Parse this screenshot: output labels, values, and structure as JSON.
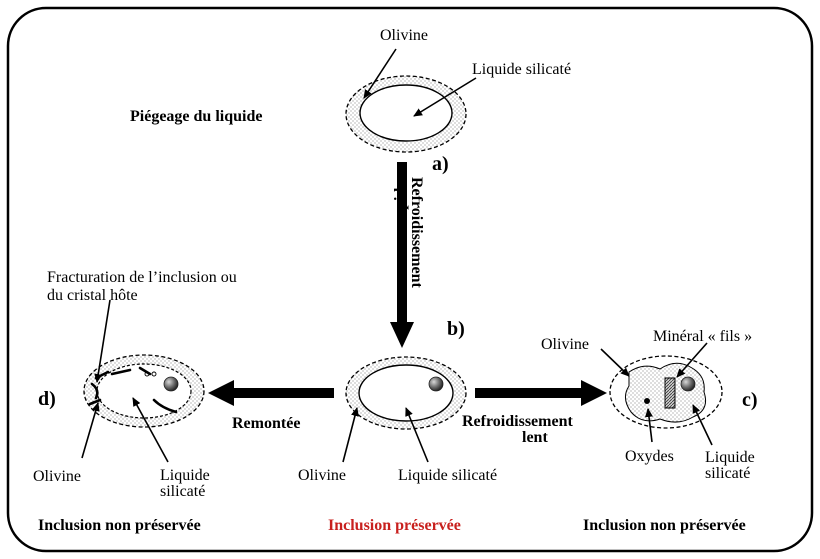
{
  "labels": {
    "olivine_top": "Olivine",
    "liquid_top": "Liquide silicaté",
    "trapping": "Piégeage du liquide",
    "stage_a": "a)",
    "rapid_cooling_1": "Refroidissement",
    "rapid_cooling_2": "rapide",
    "stage_b": "b)",
    "fracture_1": "Fracturation de l’inclusion ou",
    "fracture_2": "du cristal hôte",
    "stage_d": "d)",
    "ascent": "Remontée",
    "slow_cooling_1": "Refroidissement",
    "slow_cooling_2": "lent",
    "olivine_c": "Olivine",
    "daughter_mineral": "Minéral « fils »",
    "stage_c": "c)",
    "oxides": "Oxydes",
    "liquid_c_1": "Liquide",
    "liquid_c_2": "silicaté",
    "olivine_d": "Olivine",
    "liquid_d_1": "Liquide",
    "liquid_d_2": "silicaté",
    "olivine_b": "Olivine",
    "liquid_b": "Liquide silicaté",
    "caption_d": "Inclusion non préservée",
    "caption_b": "Inclusion préservée",
    "caption_c": "Inclusion non préservée"
  },
  "colors": {
    "frame": "#000000",
    "text": "#000000",
    "highlight": "#c8201e",
    "stipple": "#9a9a9a"
  }
}
